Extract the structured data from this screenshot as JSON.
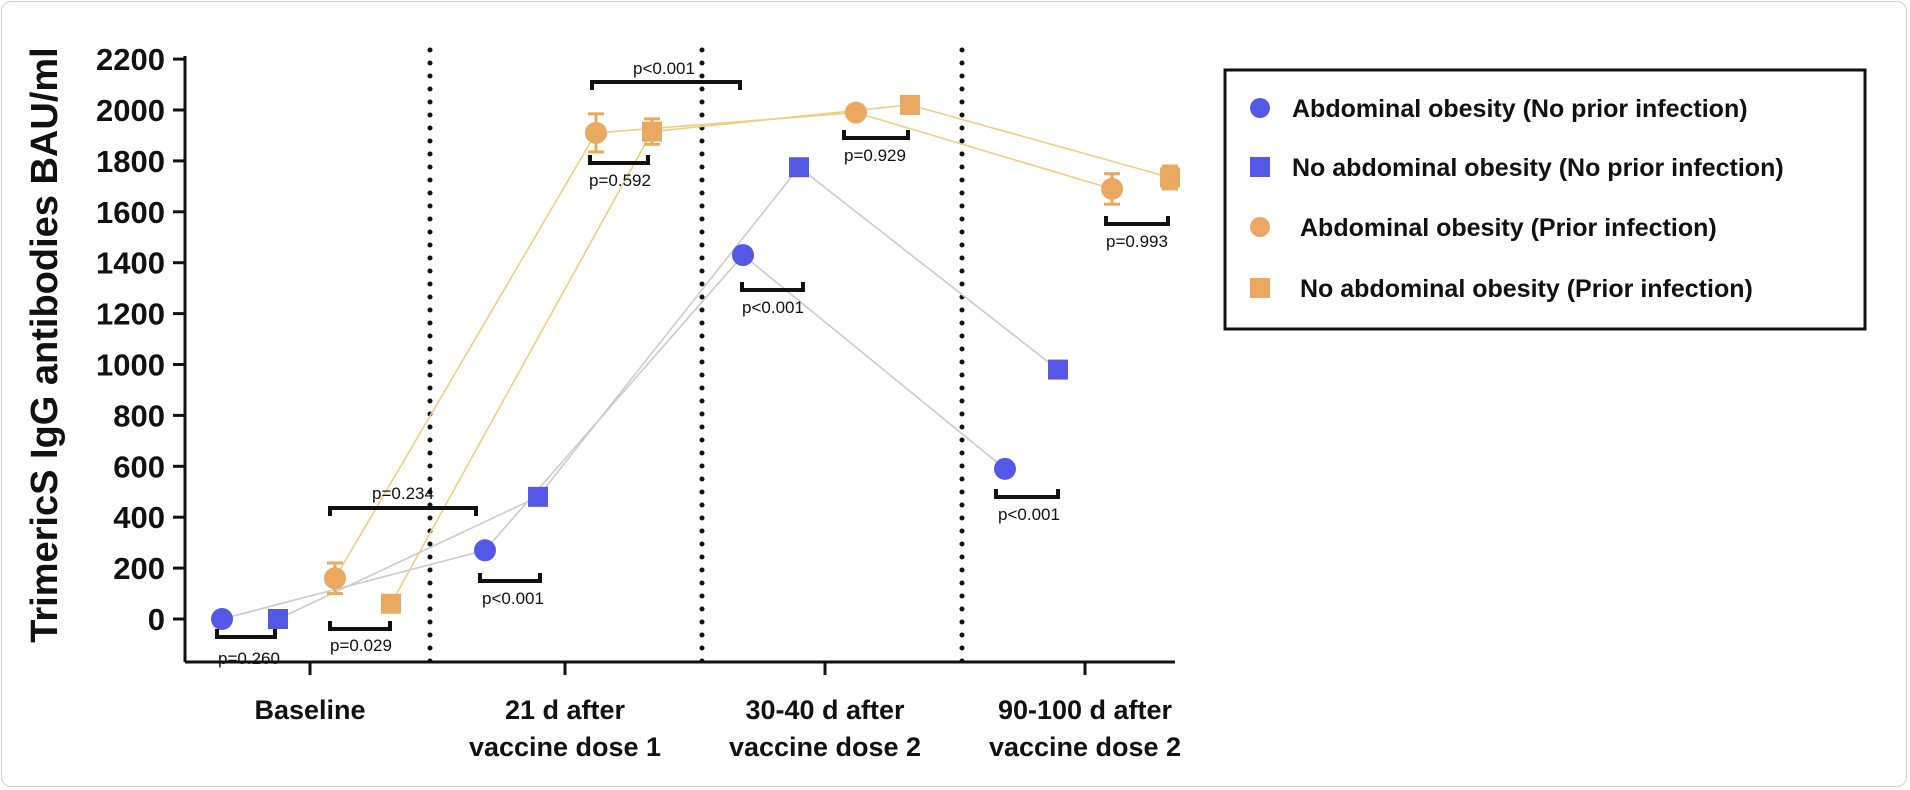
{
  "chart_data": {
    "type": "scatter",
    "ylabel": "TrimericS IgG antibodies BAU/ml",
    "ylim": [
      -200,
      2200
    ],
    "yticks": [
      "0",
      "200",
      "400",
      "600",
      "800",
      "1000",
      "1200",
      "1400",
      "1600",
      "1800",
      "2000",
      "2200"
    ],
    "categories": [
      [
        "Baseline"
      ],
      [
        "21 d after",
        "vaccine dose 1"
      ],
      [
        "30-40 d after",
        "vaccine dose 2"
      ],
      [
        "90-100 d after",
        "vaccine dose 2"
      ]
    ],
    "series": [
      {
        "name": "Abdominal obesity (No prior infection)",
        "marker": "circle",
        "color": "#5558e6",
        "line_color": "#cccccc",
        "values": [
          0,
          270,
          1430,
          590
        ],
        "error": [
          0,
          0,
          20,
          0
        ]
      },
      {
        "name": "No abdominal obesity (No prior infection)",
        "marker": "square",
        "color": "#5558e6",
        "line_color": "#cccccc",
        "values": [
          0,
          480,
          1775,
          980
        ],
        "error": [
          0,
          0,
          0,
          0
        ]
      },
      {
        "name": "Abdominal obesity (Prior infection)",
        "marker": "circle",
        "color": "#eba860",
        "line_color": "#f0d080",
        "values": [
          160,
          1910,
          1990,
          1690
        ],
        "error": [
          60,
          75,
          20,
          60
        ]
      },
      {
        "name": "No abdominal obesity (Prior infection)",
        "marker": "square",
        "color": "#eba860",
        "line_color": "#f0d080",
        "values": [
          60,
          1915,
          2020,
          1735
        ],
        "error": [
          0,
          50,
          0,
          45
        ]
      }
    ],
    "annotations": [
      {
        "text": "p=0.260"
      },
      {
        "text": "p=0.029"
      },
      {
        "text": "p=0.234"
      },
      {
        "text": "p<0.001"
      },
      {
        "text": "p=0.592"
      },
      {
        "text": "p<0.001"
      },
      {
        "text": "p<0.001"
      },
      {
        "text": "p=0.929"
      },
      {
        "text": "p<0.001"
      },
      {
        "text": "p=0.993"
      }
    ],
    "grid": false,
    "legend_position": "top-right"
  }
}
